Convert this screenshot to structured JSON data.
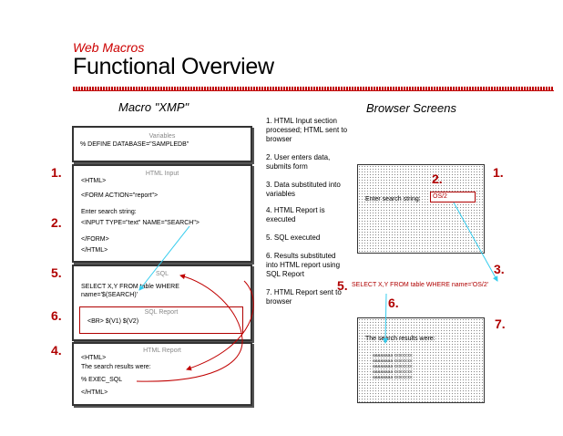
{
  "header": {
    "subtitle": "Web Macros",
    "title": "Functional Overview"
  },
  "columns": {
    "macro": "Macro \"XMP\"",
    "browser": "Browser Screens"
  },
  "macro_boxes": {
    "variables_label": "Variables",
    "variables_line": "% DEFINE DATABASE=\"SAMPLEDB\"",
    "html_input_label": "HTML Input",
    "html_input_lines": [
      "<HTML>",
      "<FORM ACTION=\"report\">",
      "Enter search string:",
      "<INPUT TYPE=\"text\" NAME=\"SEARCH\">",
      "</FORM>",
      "</HTML>"
    ],
    "sql_label": "SQL",
    "sql_lines": [
      "SELECT X,Y FROM table WHERE",
      "name='$(SEARCH)'"
    ],
    "sql_report_label": "SQL Report",
    "sql_report_line": "<BR> $(V1) $(V2)",
    "html_report_label": "HTML Report",
    "html_report_lines": [
      "<HTML>",
      "The search results were:",
      "% EXEC_SQL",
      "</HTML>"
    ]
  },
  "left_numbers": [
    "1.",
    "2.",
    "5.",
    "6.",
    "4."
  ],
  "right_numbers": [
    "2.",
    "1.",
    "3.",
    "5.",
    "6.",
    "7."
  ],
  "steps": [
    "1. HTML Input section processed; HTML sent to browser",
    "2. User enters data, submits form",
    "3. Data substituted into variables",
    "4. HTML Report is executed",
    "5. SQL executed",
    "6. Results substituted into HTML report using SQL Report",
    "7. HTML Report sent to browser"
  ],
  "browser": {
    "prompt": "Enter search string:",
    "input_value": "OS/2",
    "sql_statement": "SELECT X,Y FROM table WHERE name='OS/2'",
    "results_heading": "The search results were:",
    "result_rows": [
      "aaaaaaaa cccccccc",
      "aaaaaaaa cccccccc",
      "aaaaaaaa cccccccc",
      "aaaaaaaa cccccccc",
      "aaaaaaaa cccccccc"
    ]
  },
  "colors": {
    "accent": "#b00000",
    "arrow_blue": "#33ccee"
  }
}
